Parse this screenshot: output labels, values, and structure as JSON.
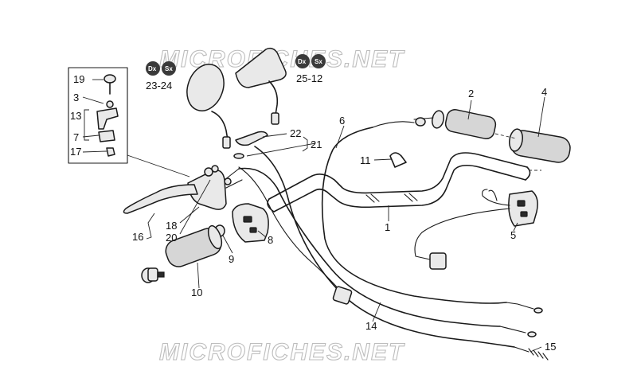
{
  "watermark": "MICROFICHES.NET",
  "callouts": {
    "c1": "1",
    "c2": "2",
    "c3": "3",
    "c4": "4",
    "c5": "5",
    "c6": "6",
    "c7": "7",
    "c8": "8",
    "c9": "9",
    "c10": "10",
    "c11": "11",
    "c13": "13",
    "c14": "14",
    "c15": "15",
    "c16": "16",
    "c17": "17",
    "c18": "18",
    "c19": "19",
    "c20": "20",
    "c21": "21",
    "c22": "22",
    "c2324": "23-24",
    "c2512": "25-12"
  },
  "side_tags": {
    "right": "Dx",
    "left": "Sx"
  },
  "colors": {
    "line": "#1a1a1a",
    "watermark": "#bdbdbd",
    "tag_fill": "#3a3a3a"
  }
}
